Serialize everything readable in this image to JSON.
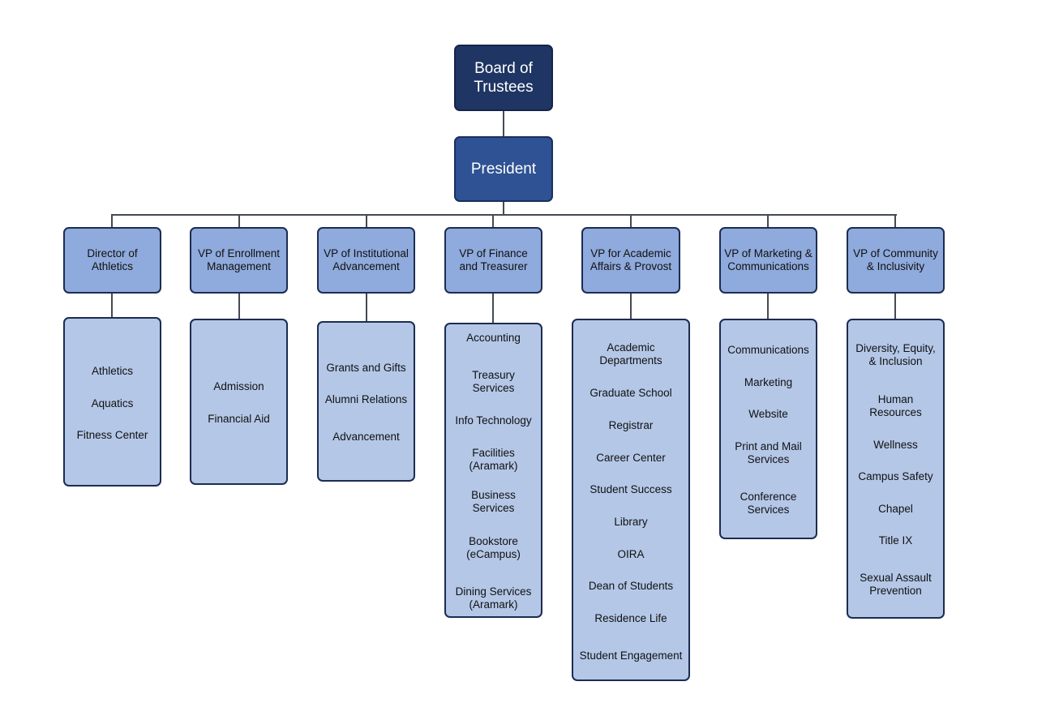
{
  "board": "Board of\nTrustees",
  "president": "President",
  "departments": [
    {
      "title": "Director of\nAthletics",
      "items": [
        "Athletics",
        "Aquatics",
        "Fitness Center"
      ]
    },
    {
      "title": "VP of Enrollment\nManagement",
      "items": [
        "Admission",
        "Financial Aid"
      ]
    },
    {
      "title": "VP of Institutional\nAdvancement",
      "items": [
        "Grants and Gifts",
        "Alumni Relations",
        "Advancement"
      ]
    },
    {
      "title": "VP of Finance\nand Treasurer",
      "items": [
        "Accounting",
        "Treasury\nServices",
        "Info Technology",
        "Facilities\n(Aramark)",
        "Business\nServices",
        "Bookstore\n(eCampus)",
        "Dining Services\n(Aramark)"
      ]
    },
    {
      "title": "VP for Academic\nAffairs & Provost",
      "items": [
        "Academic\nDepartments",
        "Graduate School",
        "Registrar",
        "Career Center",
        "Student Success",
        "Library",
        "OIRA",
        "Dean of Students",
        "Residence Life",
        "Student Engagement"
      ]
    },
    {
      "title": "VP of Marketing &\nCommunications",
      "items": [
        "Communications",
        "Marketing",
        "Website",
        "Print and Mail\nServices",
        "Conference\nServices"
      ]
    },
    {
      "title": "VP of Community\n& Inclusivity",
      "items": [
        "Diversity, Equity,\n&  Inclusion",
        "Human\nResources",
        "Wellness",
        "Campus Safety",
        "Chapel",
        "Title IX",
        "Sexual Assault\nPrevention"
      ]
    }
  ]
}
